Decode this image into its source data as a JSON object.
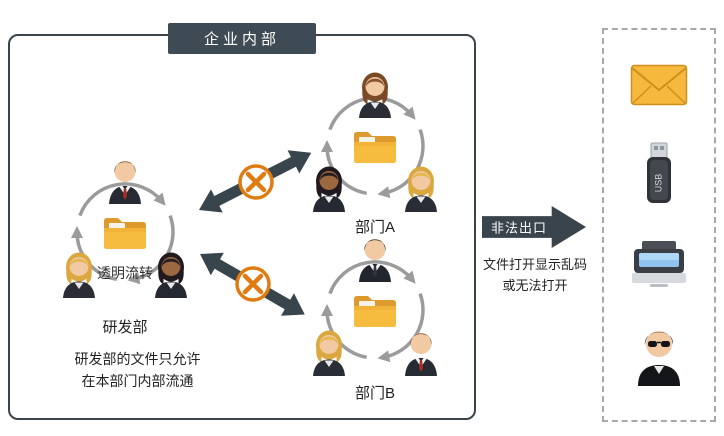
{
  "colors": {
    "header_bg": "#3f4b54",
    "box_border": "#3a444c",
    "arrow_dark": "#39454d",
    "prohibit_orange": "#e07b12",
    "folder_yellow": "#f5bc3f",
    "flow_arrow_gray": "#9b9b9b",
    "dashed_border": "#a8a8a8"
  },
  "enterprise": {
    "title": "企业内部",
    "rd": {
      "flow_label": "透明流转",
      "name": "研发部",
      "note_line1": "研发部的文件只允许",
      "note_line2": "在本部门内部流通"
    },
    "dept_a": {
      "name": "部门A"
    },
    "dept_b": {
      "name": "部门B"
    }
  },
  "export": {
    "arrow_label": "非法出口",
    "note_line1": "文件打开显示乱码",
    "note_line2": "或无法打开"
  },
  "external": {
    "usb_label": "USB",
    "icons": [
      "email-icon",
      "usb-drive-icon",
      "printer-icon",
      "spy-icon"
    ]
  }
}
